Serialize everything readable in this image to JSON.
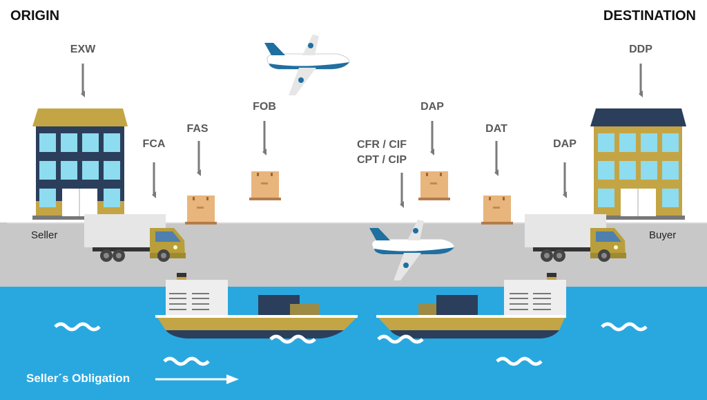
{
  "header": {
    "origin": "ORIGIN",
    "destination": "DESTINATION"
  },
  "incoterms": {
    "exw": "EXW",
    "fca": "FCA",
    "fas": "FAS",
    "fob": "FOB",
    "cfr_cif": "CFR / CIF",
    "cpt_cip": "CPT / CIP",
    "dap_air": "DAP",
    "dat": "DAT",
    "dap_truck": "DAP",
    "ddp": "DDP"
  },
  "parties": {
    "seller": "Seller",
    "buyer": "Buyer"
  },
  "legend": {
    "obligation": "Seller´s Obligation"
  },
  "colors": {
    "sky": "#ffffff",
    "ground": "#c8c8c8",
    "sea": "#29a8df",
    "gold": "#c4a545",
    "navy": "#2b3f5c",
    "arrow": "#7a7a7a"
  }
}
